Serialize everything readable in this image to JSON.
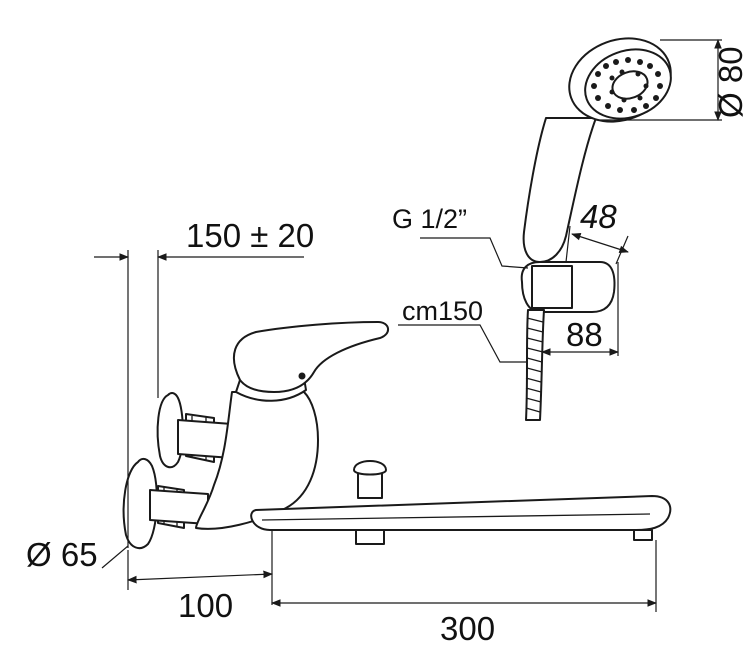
{
  "labels": {
    "projection": "150 ± 20",
    "thread": "G 1/2”",
    "hose_length": "cm150",
    "rosette_diameter": "Ø 65",
    "wall_to_spout": "100",
    "spout_length": "300",
    "showerhead_diameter": "Ø 80",
    "holder_depth": "48",
    "holder_projection": "88"
  },
  "style": {
    "line_color": "#1a1a1a",
    "background": "#ffffff"
  }
}
